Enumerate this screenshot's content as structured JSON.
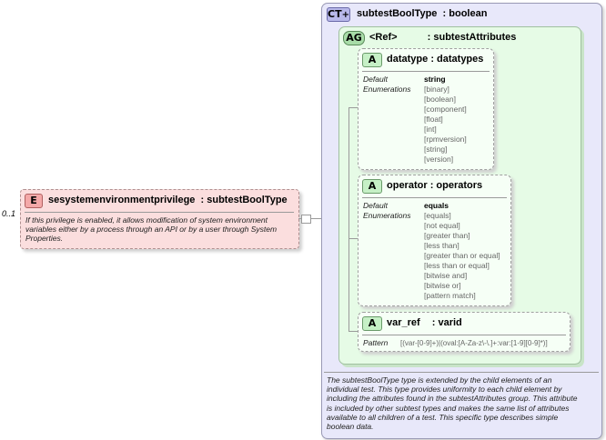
{
  "occurrence": "0..1",
  "element": {
    "badge": "E",
    "name": "sesystemenvironmentprivilege",
    "type": ": subtestBoolType",
    "doc": [
      "If this privilege is enabled, it allows modification of system environment",
      "variables either by a process through an API or by a user through System",
      "Properties."
    ]
  },
  "complex_type": {
    "badge": "CT",
    "name": "subtestBoolType",
    "type": ": boolean",
    "doc": [
      "The subtestBoolType type is extended by the child elements of an",
      "individual test.  This type provides uniformity to each child element by",
      "including the attributes found in the subtestAttributes group.  This attribute",
      "is included by other subtest types and makes the same list of attributes",
      "available to all children of a test.  This specific type describes simple",
      "boolean data."
    ]
  },
  "attribute_group": {
    "badge": "AG",
    "name": "<Ref>",
    "type": ": subtestAttributes"
  },
  "attributes": [
    {
      "badge": "A",
      "name": "datatype",
      "type": ": datatypes",
      "labels": [
        "Default",
        "Enumerations"
      ],
      "values": [
        "string",
        "[binary]",
        "[boolean]",
        "[component]",
        "[float]",
        "[int]",
        "[rpmversion]",
        "[string]",
        "[version]"
      ]
    },
    {
      "badge": "A",
      "name": "operator",
      "type": ": operators",
      "labels": [
        "Default",
        "Enumerations"
      ],
      "values": [
        "equals",
        "[equals]",
        "[not equal]",
        "[greater than]",
        "[less than]",
        "[greater than or equal]",
        "[less than or equal]",
        "[bitwise and]",
        "[bitwise or]",
        "[pattern match]"
      ]
    },
    {
      "badge": "A",
      "name": "var_ref",
      "type": ": varid",
      "labels": [
        "Pattern"
      ],
      "values": [
        "[(var-[0-9]+)|(oval:[A-Za-z\\-\\.]+:var:[1-9][0-9]*)]"
      ]
    }
  ]
}
